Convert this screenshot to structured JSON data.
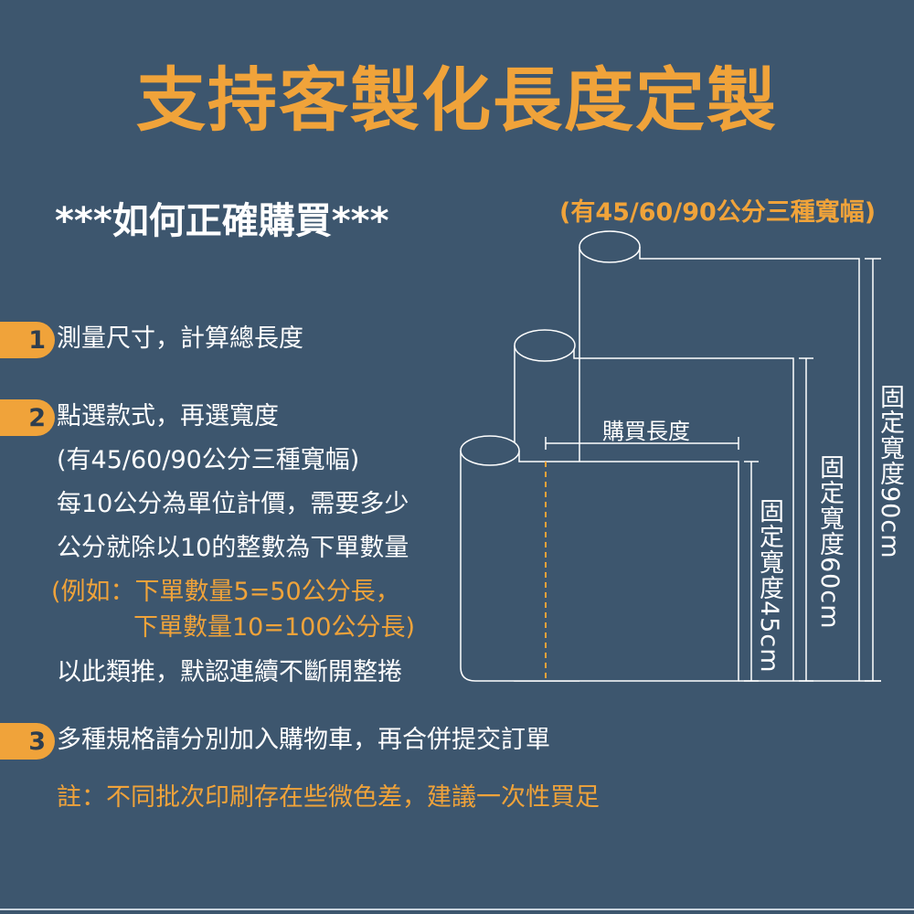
{
  "title": "支持客製化長度定製",
  "subtitle": "***如何正確購買***",
  "widths_note": "(有45/60/90公分三種寬幅)",
  "steps": [
    {
      "num": "1",
      "text": "測量尺寸，計算總長度"
    },
    {
      "num": "2",
      "text": "點選款式，再選寬度"
    },
    {
      "num": "3",
      "text": "多種規格請分別加入購物車，再合併提交訂單"
    }
  ],
  "step2_lines": [
    "(有45/60/90公分三種寬幅)",
    "每10公分為單位計價，需要多少",
    "公分就除以10的整數為下單數量"
  ],
  "example_lines": [
    "(例如：下單數量5=50公分長，",
    "下單數量10=100公分長)"
  ],
  "continue_line": "以此類推，默認連續不斷開整捲",
  "footnote": "註：不同批次印刷存在些微色差，建議一次性買足",
  "diagram": {
    "purchase_length": "購買長度",
    "width_45": "固定寬度45cm",
    "width_60": "固定寬度60cm",
    "width_90": "固定寬度90cm"
  },
  "colors": {
    "background": "#3d566e",
    "accent": "#f0a33a",
    "text": "#ffffff"
  }
}
